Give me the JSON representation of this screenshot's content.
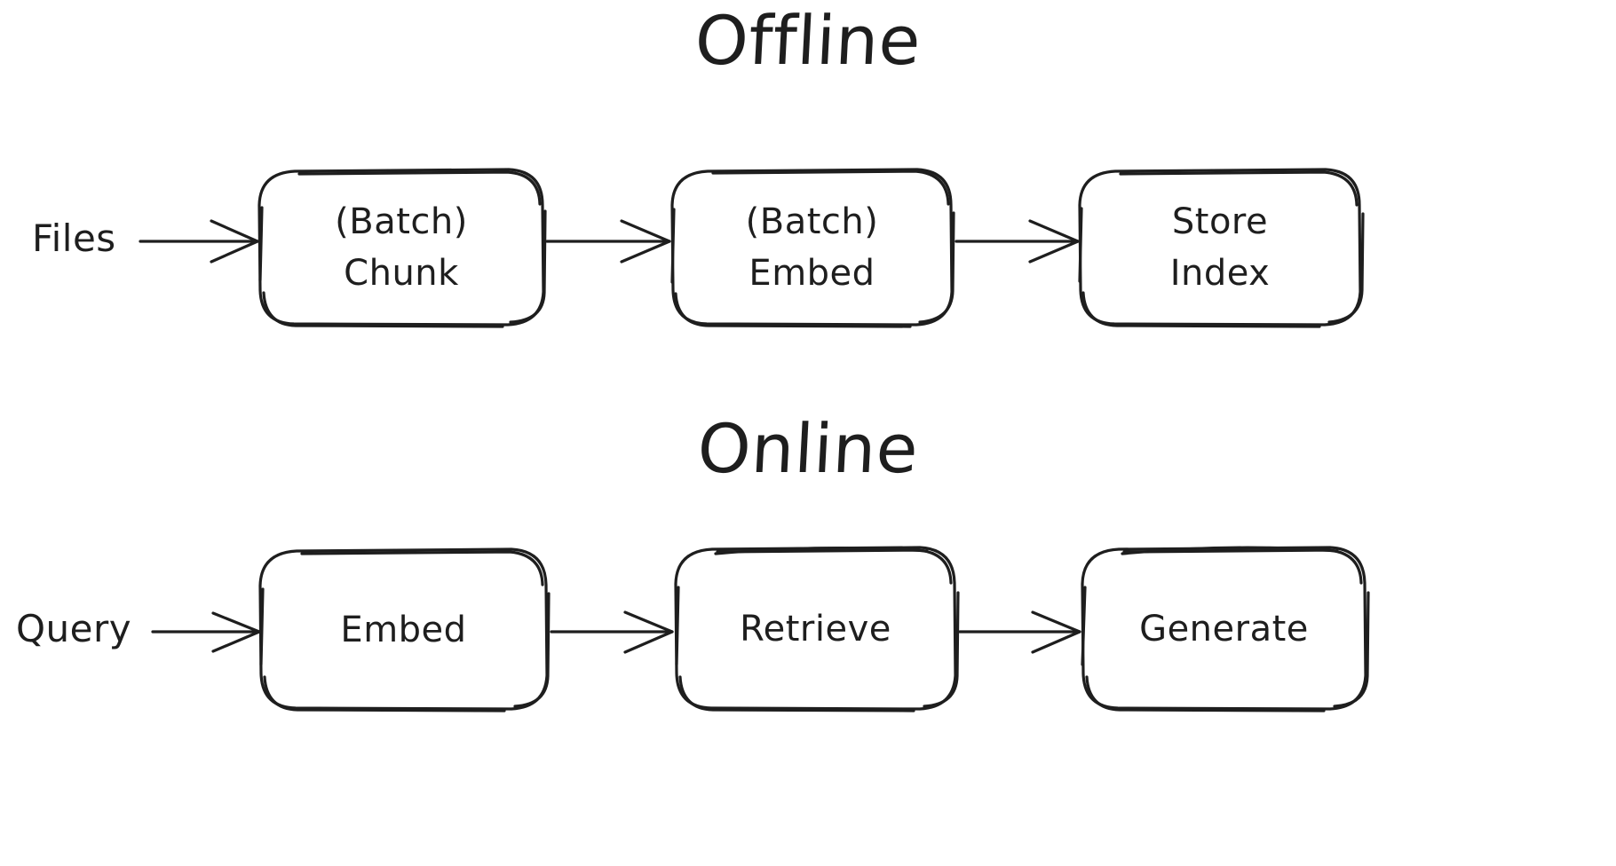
{
  "diagram": {
    "title_offline": "Offline",
    "title_online": "Online",
    "stroke_color": "#1e1e1e",
    "background_color": "#ffffff",
    "style": "hand-drawn"
  },
  "offline": {
    "heading": "Offline",
    "input_label": "Files",
    "nodes": [
      {
        "line1": "(Batch)",
        "line2": "Chunk"
      },
      {
        "line1": "(Batch)",
        "line2": "Embed"
      },
      {
        "line1": "Store",
        "line2": "Index"
      }
    ],
    "arrows": [
      "arrow-files-to-chunk",
      "arrow-chunk-to-embed",
      "arrow-embed-to-store"
    ]
  },
  "online": {
    "heading": "Online",
    "input_label": "Query",
    "nodes": [
      {
        "line1": "Embed",
        "line2": ""
      },
      {
        "line1": "Retrieve",
        "line2": ""
      },
      {
        "line1": "Generate",
        "line2": ""
      }
    ],
    "arrows": [
      "arrow-query-to-embed",
      "arrow-embed-to-retrieve",
      "arrow-retrieve-to-generate"
    ]
  }
}
